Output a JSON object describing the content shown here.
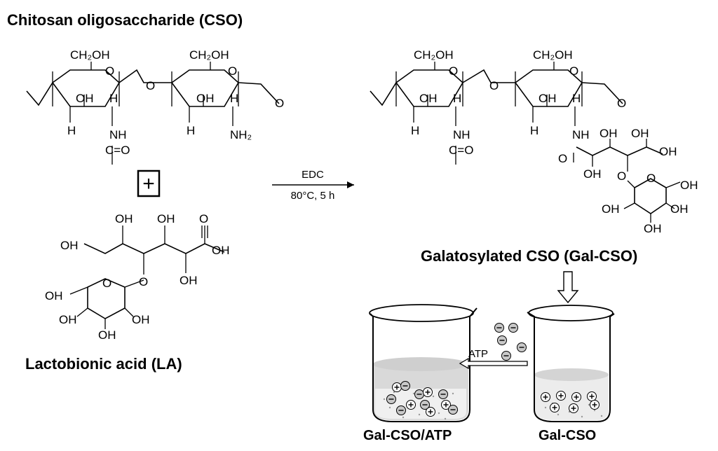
{
  "titles": {
    "cso": "Chitosan oligosaccharide (CSO)",
    "la": "Lactobionic acid (LA)",
    "gal_cso": "Galatosylated CSO (Gal-CSO)",
    "beaker_left": "Gal-CSO/ATP",
    "beaker_right": "Gal-CSO"
  },
  "reaction": {
    "plus_sign": "+",
    "reagent": "EDC",
    "conditions": "80°C, 5 h",
    "atp_label": "ATP"
  },
  "atoms": {
    "ch2oh": "CH₂OH",
    "oh": "OH",
    "h": "H",
    "o": "O",
    "nh": "NH",
    "nh2": "NH₂",
    "co": "C=O",
    "cooh_oh": "OH",
    "o_carbonyl": "O"
  },
  "ions": {
    "positive": "+",
    "negative": "−"
  },
  "colors": {
    "ink": "#000000",
    "liquid": "#d9d9d9",
    "precipitate": "#bdbdbd",
    "ion_fill": "#c8c8c8"
  }
}
